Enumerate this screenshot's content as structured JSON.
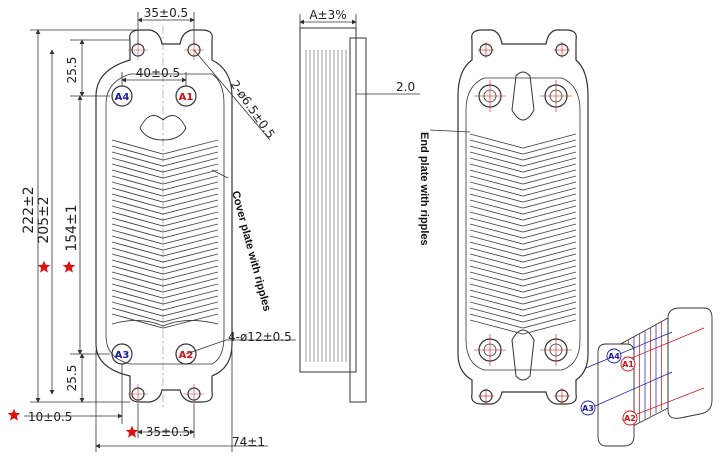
{
  "front_view": {
    "dim_top_spacing": "35±0.5",
    "dim_port_spacing": "40±0.5",
    "dim_top_offset": "25.5",
    "dim_bottom_offset": "25.5",
    "dim_total_height": "222±2",
    "dim_port_center_height": "205±2",
    "dim_ripple_height": "154±1",
    "dim_stud_offset": "10±0.5",
    "dim_bottom_spacing": "35±0.5",
    "dim_width": "74±1",
    "callout_small_holes": "2-ø6.5±0.5",
    "callout_ports": "4-ø12±0.5",
    "label_cover": "Cover plate with ripples",
    "ports": {
      "a1": "A1",
      "a2": "A2",
      "a3": "A3",
      "a4": "A4"
    }
  },
  "side_view": {
    "dim_thickness": "A±3%",
    "dim_plate": "2.0"
  },
  "right_view": {
    "label_end": "End plate with ripples"
  },
  "iso_view": {
    "ports": {
      "a1": "A1",
      "a2": "A2",
      "a3": "A3",
      "a4": "A4"
    }
  },
  "colors": {
    "line": "#333333",
    "port_blue": "#1a1aa8",
    "port_red": "#d01010",
    "star": "#e01010"
  }
}
